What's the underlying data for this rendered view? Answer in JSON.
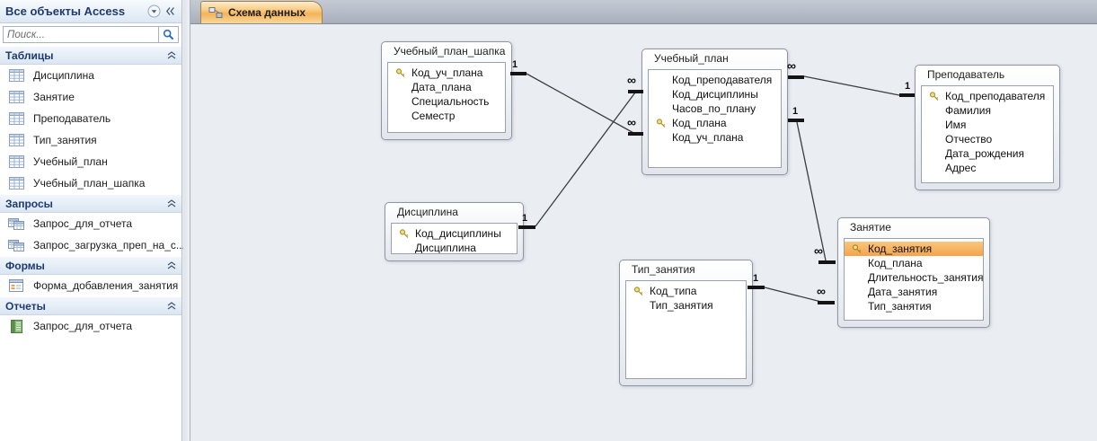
{
  "sidebar": {
    "title": "Все объекты Access",
    "search_placeholder": "Поиск...",
    "sections": [
      {
        "label": "Таблицы",
        "items": [
          {
            "label": "Дисциплина"
          },
          {
            "label": "Занятие"
          },
          {
            "label": "Преподаватель"
          },
          {
            "label": "Тип_занятия"
          },
          {
            "label": "Учебный_план"
          },
          {
            "label": "Учебный_план_шапка"
          }
        ]
      },
      {
        "label": "Запросы",
        "items": [
          {
            "label": "Запрос_для_отчета"
          },
          {
            "label": "Запрос_загрузка_преп_на_с..."
          }
        ]
      },
      {
        "label": "Формы",
        "items": [
          {
            "label": "Форма_добавления_занятия"
          }
        ]
      },
      {
        "label": "Отчеты",
        "items": [
          {
            "label": "Запрос_для_отчета"
          }
        ]
      }
    ]
  },
  "tab": {
    "label": "Схема данных"
  },
  "icons": {
    "dropdown": "circle-chevron-down",
    "collapse_pane": "double-chevron-left",
    "search": "magnifier",
    "section_toggle": "double-chevron-up",
    "tab": "relationships",
    "table": "datasheet",
    "query": "query-datasheets",
    "form": "form",
    "report": "report-notebook",
    "key": "primary-key"
  },
  "colors": {
    "selected_row_orange": "#f5b05e",
    "tab_orange": "#f4b35a",
    "navy_text": "#1e3a6e",
    "canvas_bg": "#eaedf2"
  },
  "diagram": {
    "tables": [
      {
        "name": "Учебный_план_шапка",
        "fields": [
          {
            "name": "Код_уч_плана",
            "primary_key": true
          },
          {
            "name": "Дата_плана",
            "primary_key": false
          },
          {
            "name": "Специальность",
            "primary_key": false
          },
          {
            "name": "Семестр",
            "primary_key": false
          }
        ]
      },
      {
        "name": "Учебный_план",
        "fields": [
          {
            "name": "Код_преподавателя",
            "primary_key": false
          },
          {
            "name": "Код_дисциплины",
            "primary_key": false
          },
          {
            "name": "Часов_по_плану",
            "primary_key": false
          },
          {
            "name": "Код_плана",
            "primary_key": true
          },
          {
            "name": "Код_уч_плана",
            "primary_key": false
          }
        ]
      },
      {
        "name": "Преподаватель",
        "fields": [
          {
            "name": "Код_преподавателя",
            "primary_key": true
          },
          {
            "name": "Фамилия",
            "primary_key": false
          },
          {
            "name": "Имя",
            "primary_key": false
          },
          {
            "name": "Отчество",
            "primary_key": false
          },
          {
            "name": "Дата_рождения",
            "primary_key": false
          },
          {
            "name": "Адрес",
            "primary_key": false
          }
        ]
      },
      {
        "name": "Дисциплина",
        "fields": [
          {
            "name": "Код_дисциплины",
            "primary_key": true
          },
          {
            "name": "Дисциплина",
            "primary_key": false
          }
        ]
      },
      {
        "name": "Тип_занятия",
        "fields": [
          {
            "name": "Код_типа",
            "primary_key": true
          },
          {
            "name": "Тип_занятия",
            "primary_key": false
          }
        ]
      },
      {
        "name": "Занятие",
        "fields": [
          {
            "name": "Код_занятия",
            "primary_key": true,
            "selected": true
          },
          {
            "name": "Код_плана",
            "primary_key": false
          },
          {
            "name": "Длительность_занятия",
            "primary_key": false
          },
          {
            "name": "Дата_занятия",
            "primary_key": false
          },
          {
            "name": "Тип_занятия",
            "primary_key": false
          }
        ]
      }
    ],
    "relationships": [
      {
        "from": "Учебный_план_шапка",
        "to": "Учебный_план",
        "one_label": "1",
        "many_label": "∞"
      },
      {
        "from": "Дисциплина",
        "to": "Учебный_план",
        "one_label": "1",
        "many_label": "∞"
      },
      {
        "from": "Преподаватель",
        "to": "Учебный_план",
        "one_label": "1",
        "many_label": "∞"
      },
      {
        "from": "Учебный_план",
        "to": "Занятие",
        "one_label": "1",
        "many_label": "∞"
      },
      {
        "from": "Тип_занятия",
        "to": "Занятие",
        "one_label": "1",
        "many_label": "∞"
      }
    ]
  }
}
